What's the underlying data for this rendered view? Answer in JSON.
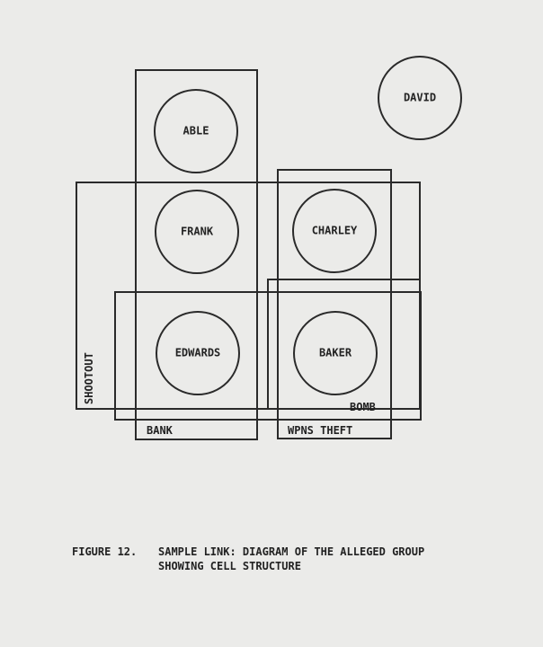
{
  "nodes": [
    {
      "id": "able",
      "label": "ABLE"
    },
    {
      "id": "frank",
      "label": "FRANK"
    },
    {
      "id": "charley",
      "label": "CHARLEY"
    },
    {
      "id": "edwards",
      "label": "EDWARDS"
    },
    {
      "id": "baker",
      "label": "BAKER"
    },
    {
      "id": "david",
      "label": "DAVID"
    }
  ],
  "groups": [
    {
      "id": "shootout",
      "label": "SHOOTOUT"
    },
    {
      "id": "bank",
      "label": "BANK"
    },
    {
      "id": "wpns-theft",
      "label": "WPNS THEFT"
    },
    {
      "id": "bomb",
      "label": "BOMB"
    }
  ],
  "caption": {
    "number": "FIGURE 12.",
    "line1": "SAMPLE LINK:  DIAGRAM OF THE ALLEGED GROUP",
    "line2": "SHOWING CELL STRUCTURE"
  }
}
